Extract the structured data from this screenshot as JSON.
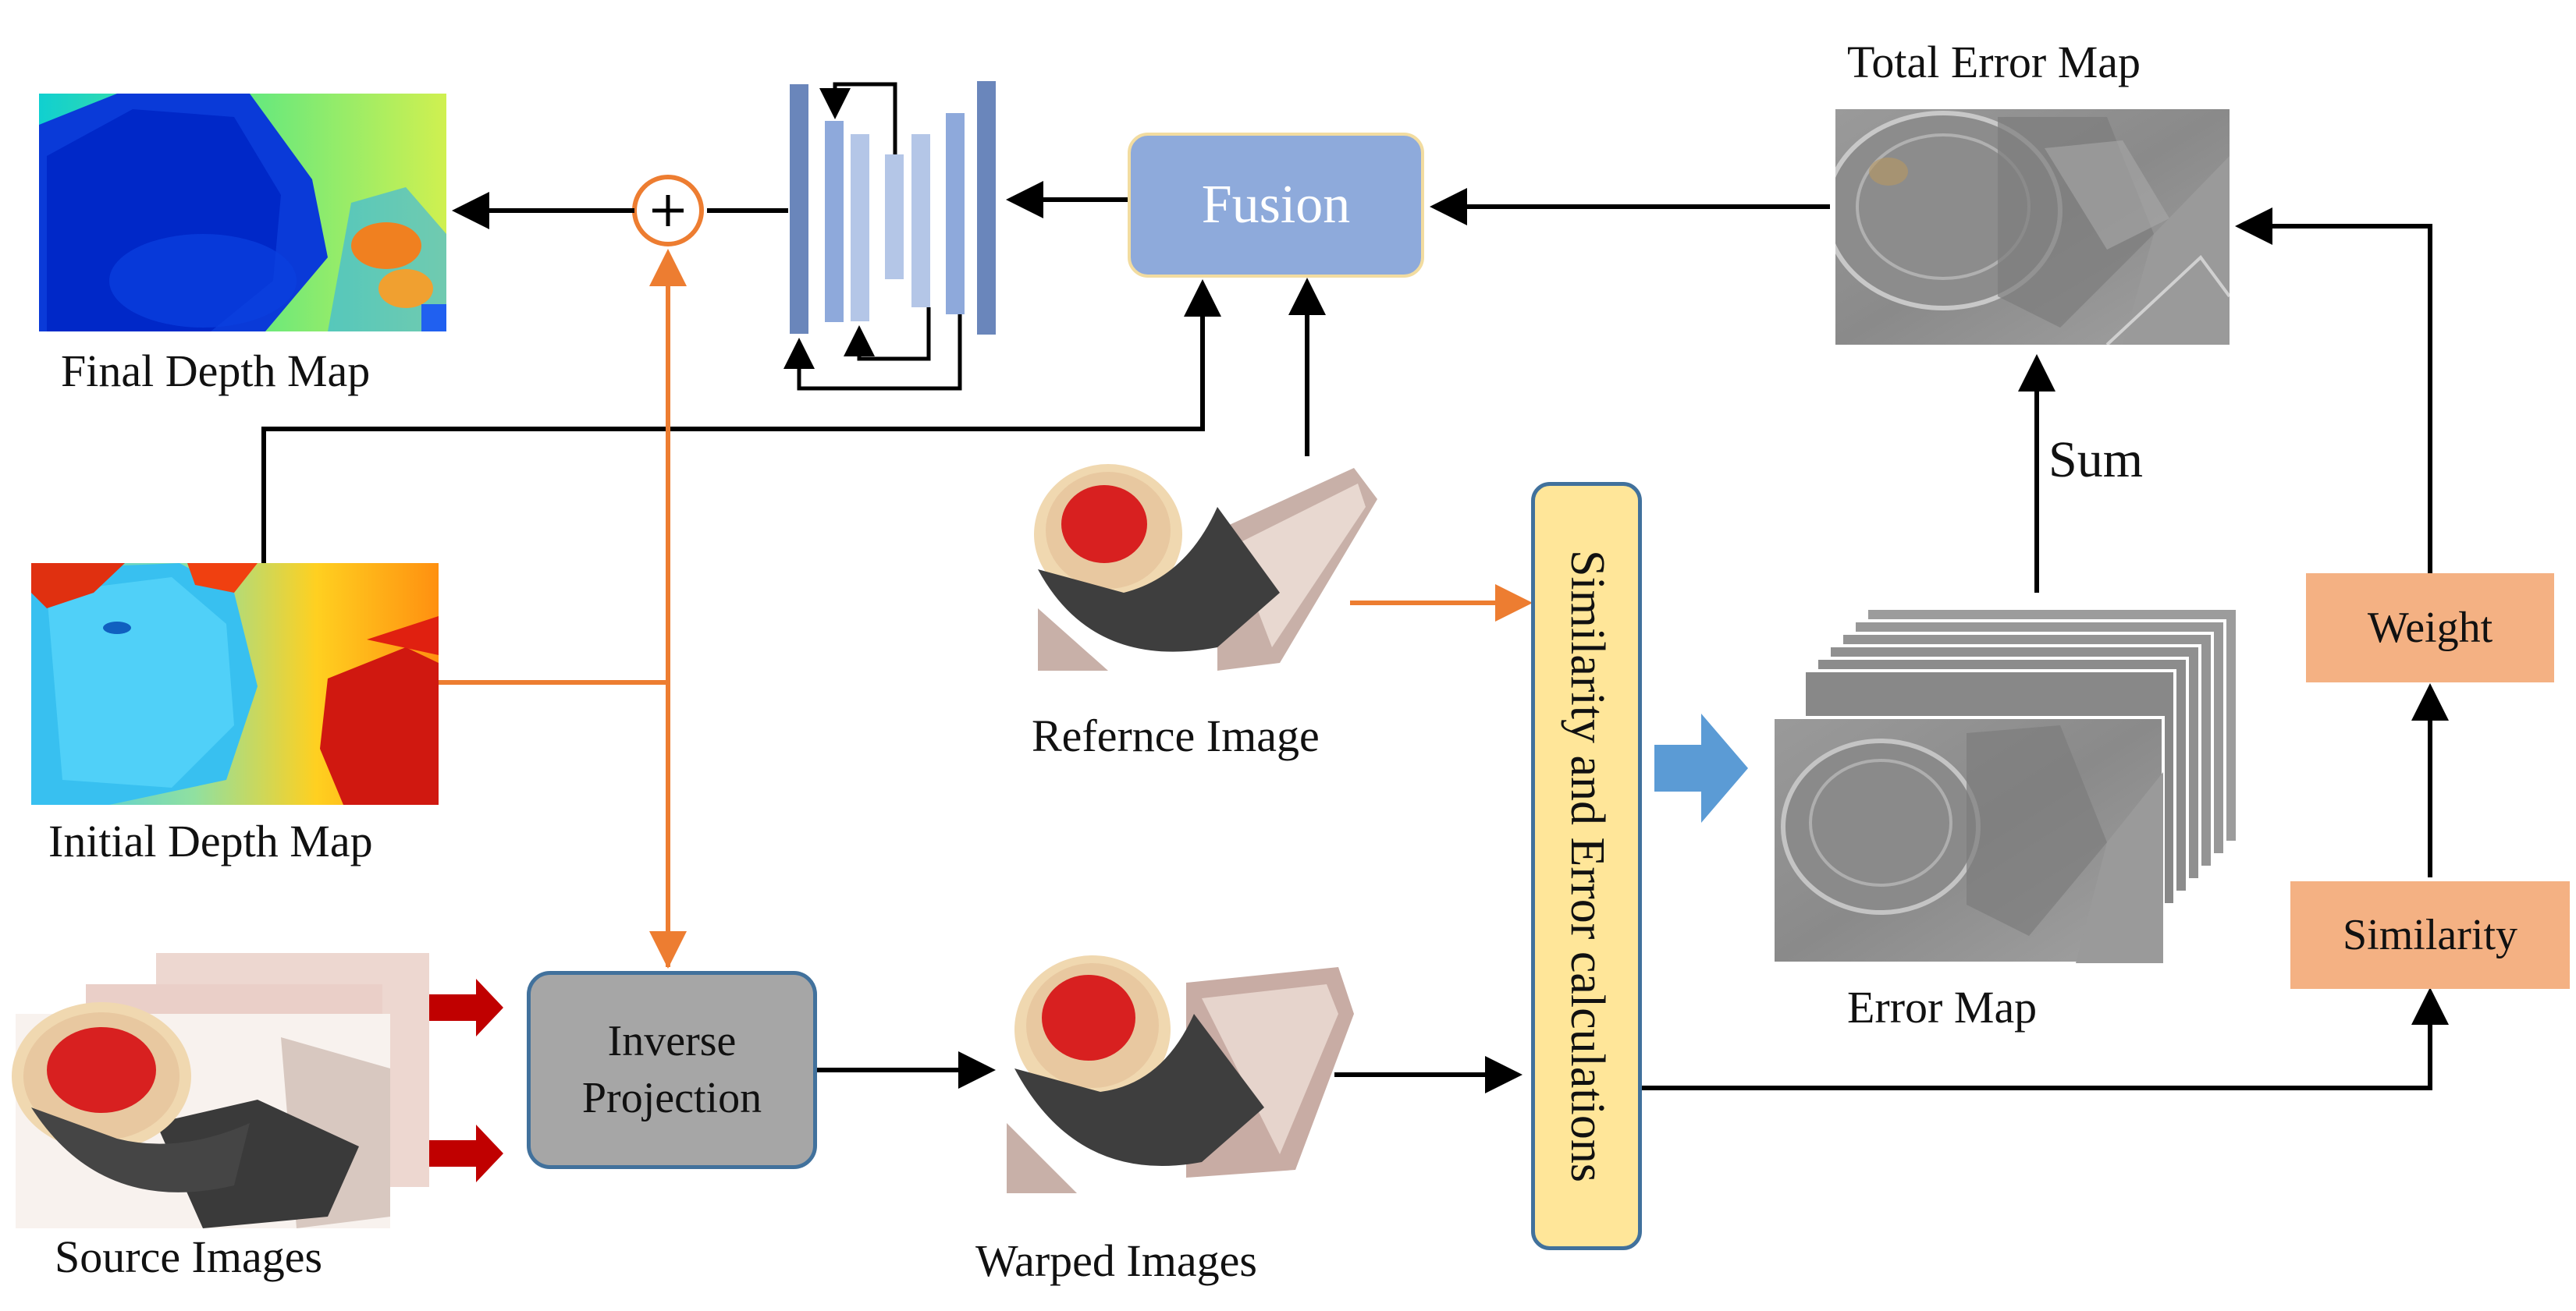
{
  "labels": {
    "final_depth_map": "Final Depth Map",
    "initial_depth_map": "Initial Depth Map",
    "source_images": "Source Images",
    "reference_image": "Refernce Image",
    "warped_images": "Warped Images",
    "total_error_map": "Total Error Map",
    "error_map": "Error Map",
    "sum": "Sum"
  },
  "blocks": {
    "fusion": "Fusion",
    "inverse_projection_line1": "Inverse",
    "inverse_projection_line2": "Projection",
    "similarity_error": "Similarity and Error calculations",
    "weight": "Weight",
    "similarity": "Similarity"
  },
  "colors": {
    "fusion_fill": "#8eaadb",
    "inverse_fill": "#a6a6a6",
    "calc_fill": "#ffe699",
    "weight_fill": "#f4b183",
    "orange_wire": "#ed7d31",
    "blue_arrow": "#5b9bd5",
    "red_arrow": "#c00000",
    "unet_dark": "#6a86bb",
    "unet_light": "#b4c6e7"
  },
  "icons": {
    "adder": "circle-plus-icon",
    "unet": "unet-encoder-decoder-icon"
  }
}
